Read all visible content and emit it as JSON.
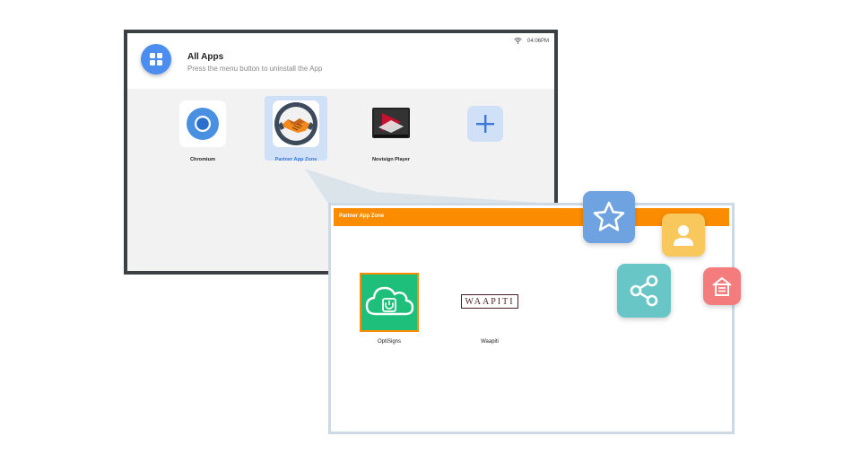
{
  "status": {
    "time": "04:06PM"
  },
  "header": {
    "title": "All Apps",
    "subtitle": "Press the menu button to uninstall the App"
  },
  "apps": [
    {
      "label": "Chromium"
    },
    {
      "label": "Partner App Zone",
      "selected": true
    },
    {
      "label": "Novisign Player"
    },
    {
      "label": ""
    }
  ],
  "panel": {
    "title": "Partner App Zone",
    "apps": [
      {
        "label": "OptiSigns"
      },
      {
        "label": "Waapiti",
        "logo_text": "WAAPITI"
      }
    ]
  },
  "floating_icons": [
    {
      "name": "star-icon",
      "color": "#6fa2e0"
    },
    {
      "name": "user-icon",
      "color": "#f8c85c"
    },
    {
      "name": "share-icon",
      "color": "#69c6c6"
    },
    {
      "name": "home-icon",
      "color": "#f47c7c"
    }
  ]
}
